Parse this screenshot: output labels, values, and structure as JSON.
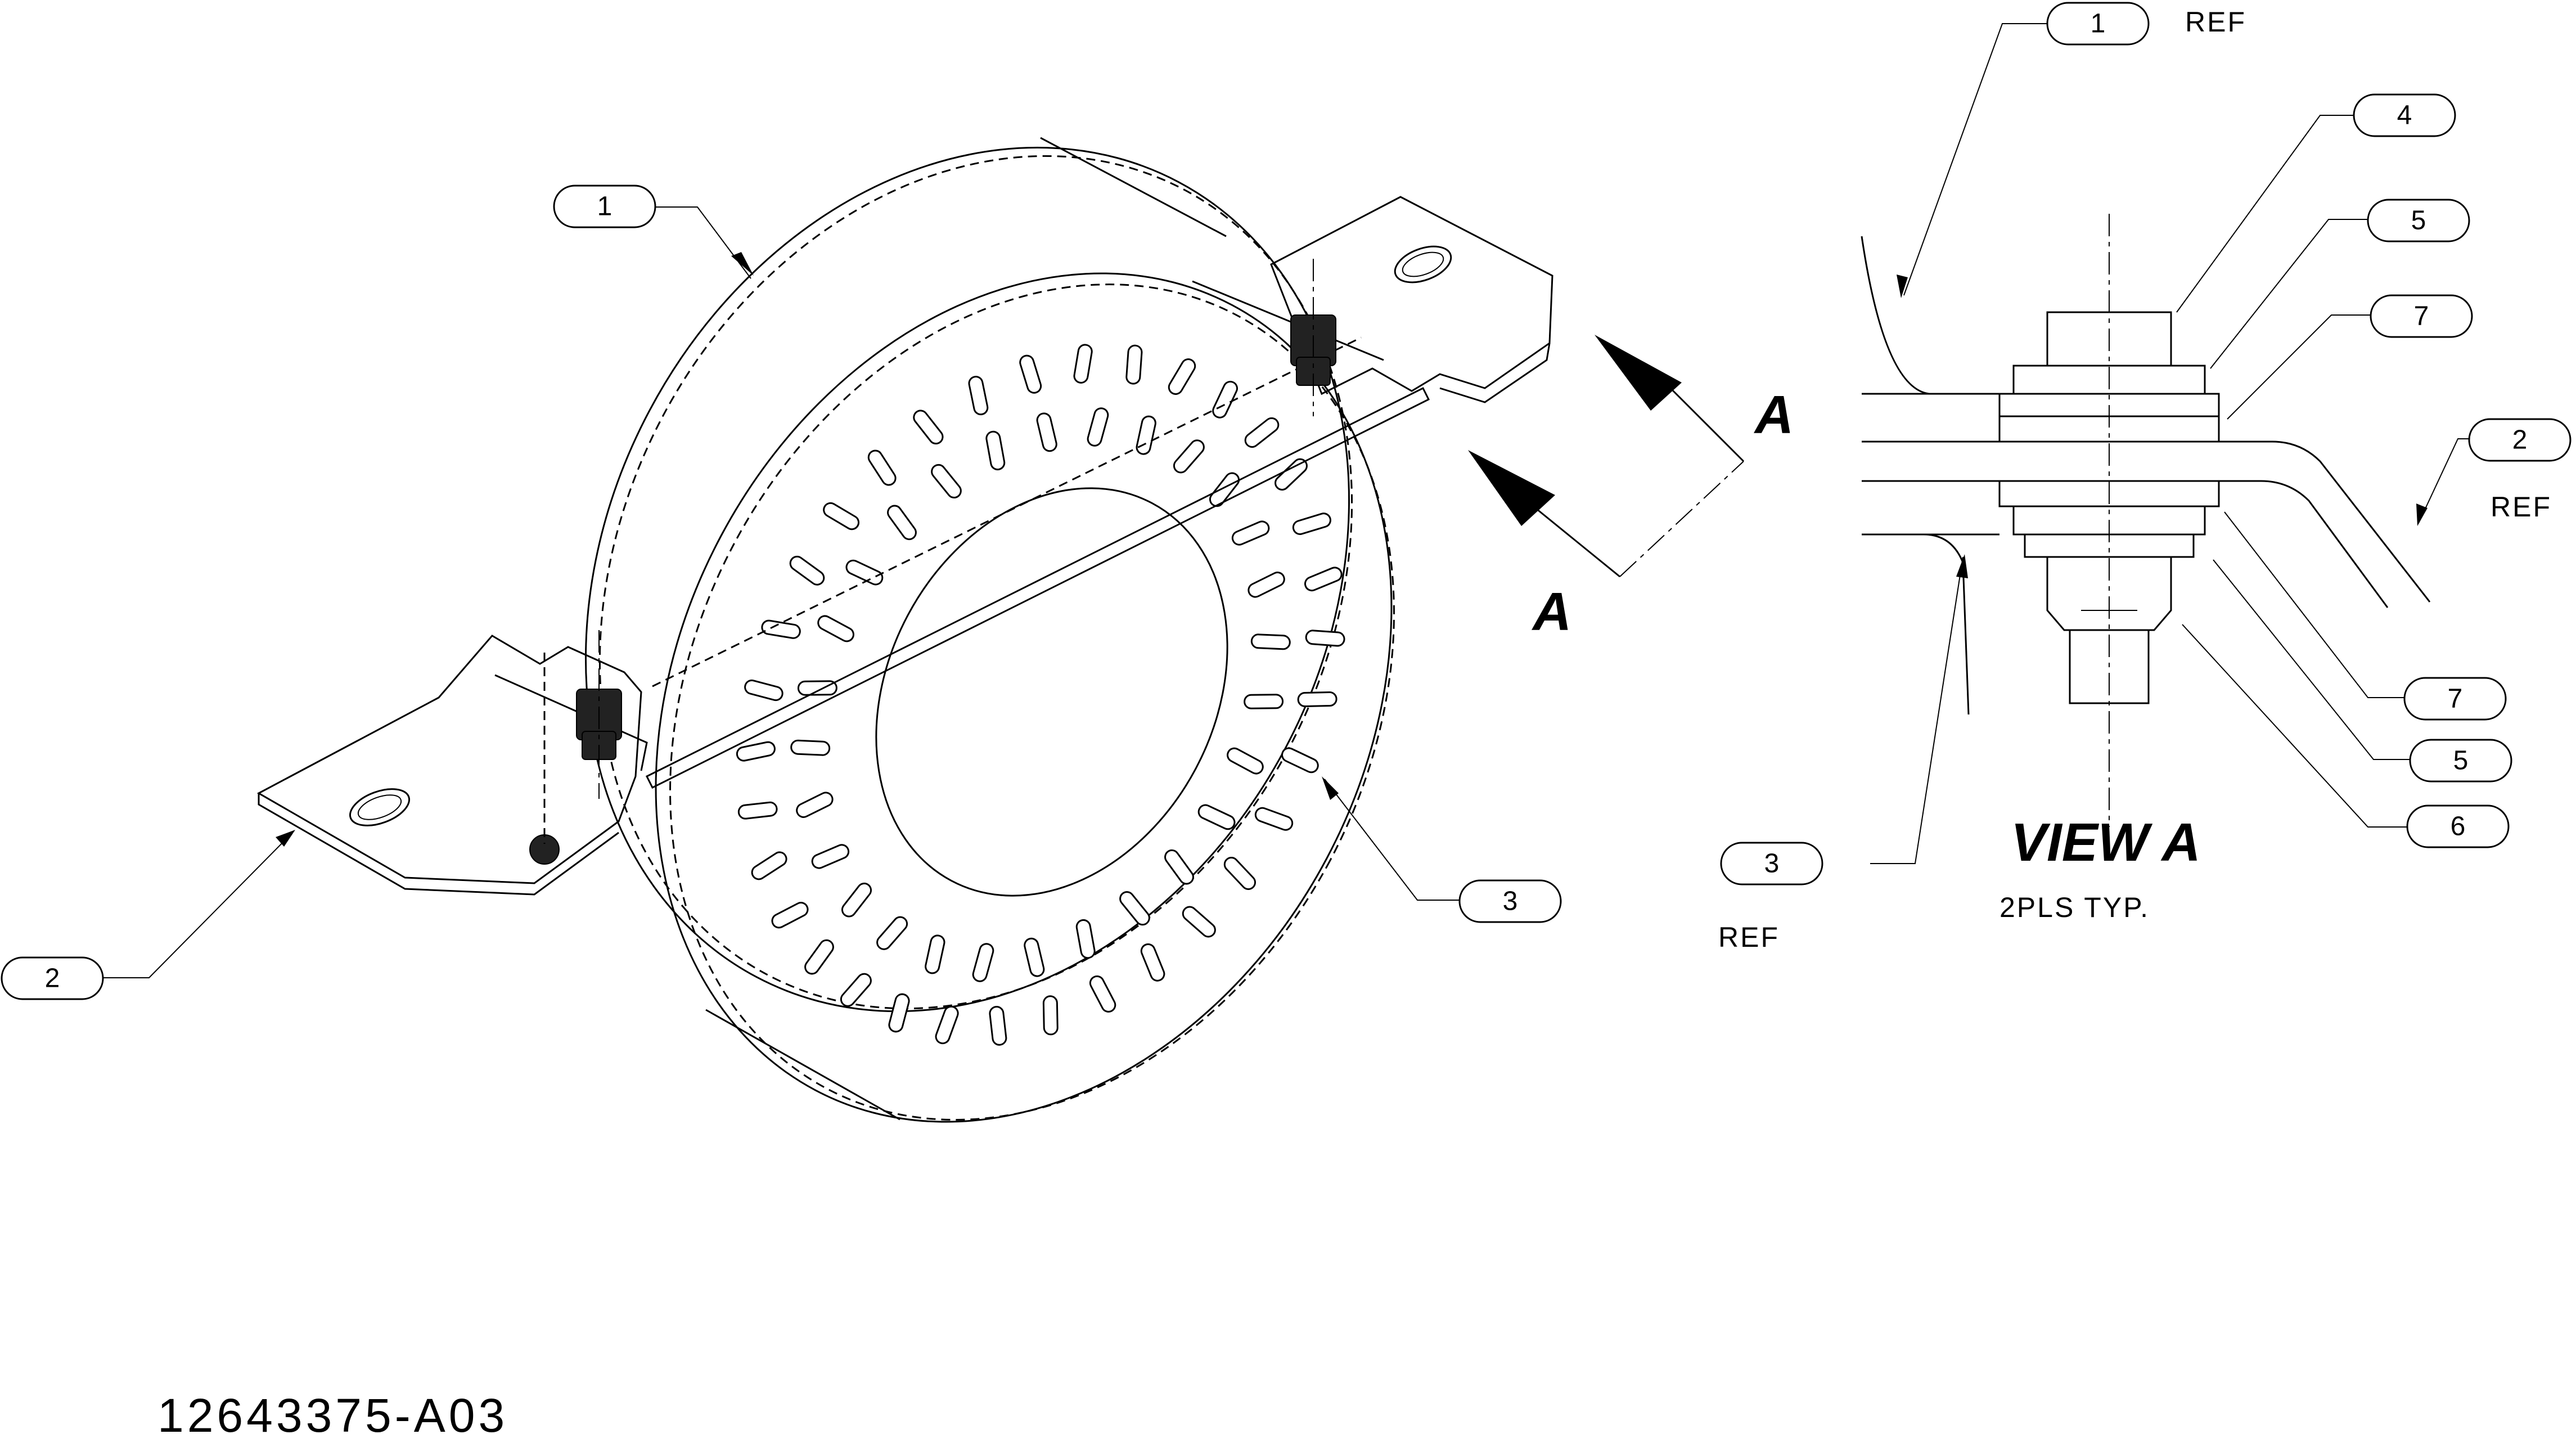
{
  "drawing": {
    "number": "12643375-A03"
  },
  "isometric": {
    "callouts": [
      {
        "id": "iso-1",
        "text": "1"
      },
      {
        "id": "iso-2",
        "text": "2"
      },
      {
        "id": "iso-3",
        "text": "3"
      }
    ],
    "section_letter_top": "A",
    "section_letter_bottom": "A"
  },
  "view_a": {
    "title": "VIEW A",
    "subtitle": "2PLS TYP.",
    "callouts": [
      {
        "id": "va-1",
        "text": "1",
        "note": "REF"
      },
      {
        "id": "va-4",
        "text": "4"
      },
      {
        "id": "va-5a",
        "text": "5"
      },
      {
        "id": "va-7a",
        "text": "7"
      },
      {
        "id": "va-2",
        "text": "2",
        "note": "REF"
      },
      {
        "id": "va-7b",
        "text": "7"
      },
      {
        "id": "va-5b",
        "text": "5"
      },
      {
        "id": "va-6",
        "text": "6"
      },
      {
        "id": "va-3",
        "text": "3",
        "note": "REF"
      }
    ]
  }
}
